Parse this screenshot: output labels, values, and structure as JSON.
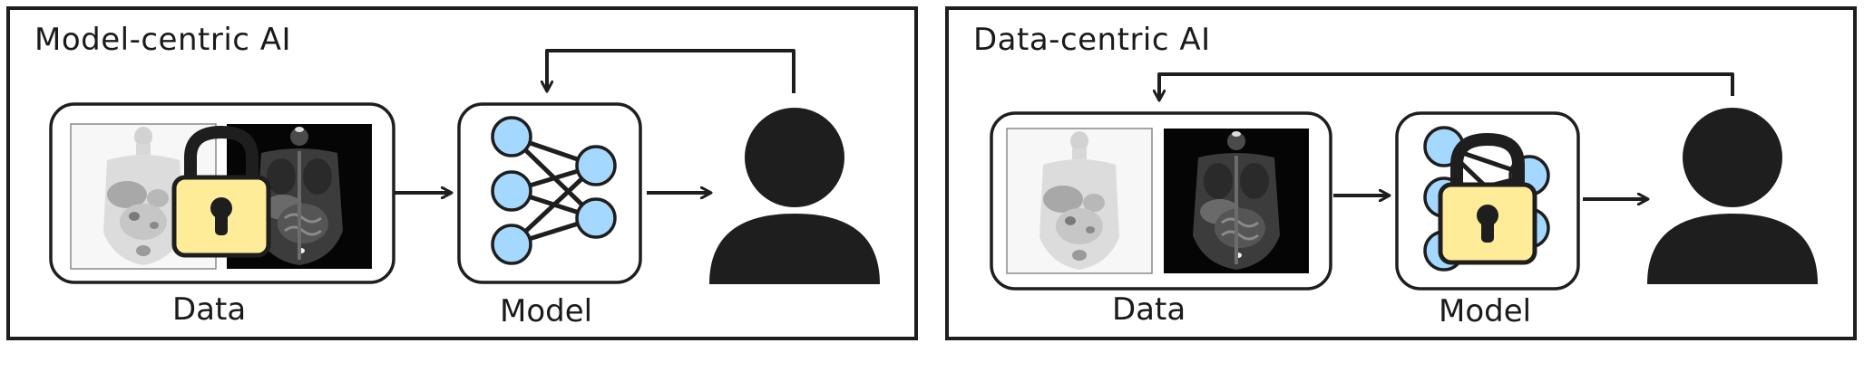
{
  "colors": {
    "ink": "#1e1e1e",
    "node_fill": "#a5d8ff",
    "lock_fill": "#ffec99",
    "scan_dark": "#0a0a0a",
    "scan_light": "#f7f7f7"
  },
  "panels": [
    {
      "title": "Model-centric AI",
      "locked_component": "data",
      "data_label": "Data",
      "model_label": "Model",
      "icons": {
        "lock": "padlock-icon",
        "user": "person-icon",
        "model": "neural-network-icon"
      }
    },
    {
      "title": "Data-centric AI",
      "locked_component": "model",
      "data_label": "Data",
      "model_label": "Model",
      "icons": {
        "lock": "padlock-icon",
        "user": "person-icon",
        "model": "neural-network-icon"
      }
    }
  ]
}
